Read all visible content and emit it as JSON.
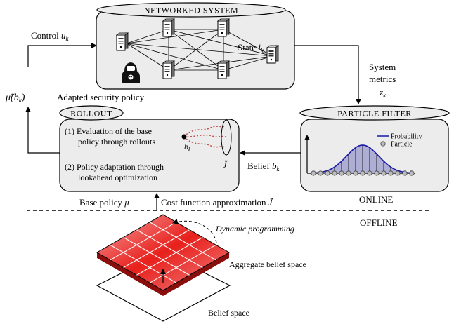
{
  "networked_system": {
    "title": "NETWORKED SYSTEM",
    "state_label": "State",
    "state_symbol": "i",
    "state_sub": "k"
  },
  "control": {
    "label": "Control",
    "symbol": "u",
    "sub": "k"
  },
  "system_metrics": {
    "line1": "System",
    "line2": "metrics",
    "symbol": "z",
    "sub": "k"
  },
  "adapted_policy": {
    "symbol": "μ̃(b",
    "sub": "k",
    "close": ")",
    "label": "Adapted security policy"
  },
  "rollout": {
    "title": "ROLLOUT",
    "step1_line1": "(1) Evaluation of the base",
    "step1_line2": "policy through rollouts",
    "step2_line1": "(2) Policy adaptation through",
    "step2_line2": "lookahead optimization",
    "b_symbol": "b",
    "b_sub": "k",
    "j_symbol": "J̃"
  },
  "particle_filter": {
    "title": "PARTICLE FILTER",
    "legend_probability": "Probability",
    "legend_particle": "Particle",
    "online_label": "ONLINE",
    "offline_label": "OFFLINE"
  },
  "belief": {
    "label": "Belief",
    "symbol": "b",
    "sub": "k"
  },
  "base_policy": {
    "label": "Base policy",
    "symbol": "μ"
  },
  "cost_function": {
    "label": "Cost function approximation",
    "symbol": "J̃"
  },
  "offline": {
    "dynamic_programming": "Dynamic programming",
    "aggregate_space": "Aggregate belief space",
    "belief_space": "Belief space"
  },
  "colors": {
    "panel_fill": "#ececec",
    "red_grid": "#e8201c",
    "dotted_red": "#c0504d",
    "curve_blue": "#1a1aa6",
    "area_fill": "#9999cc"
  }
}
